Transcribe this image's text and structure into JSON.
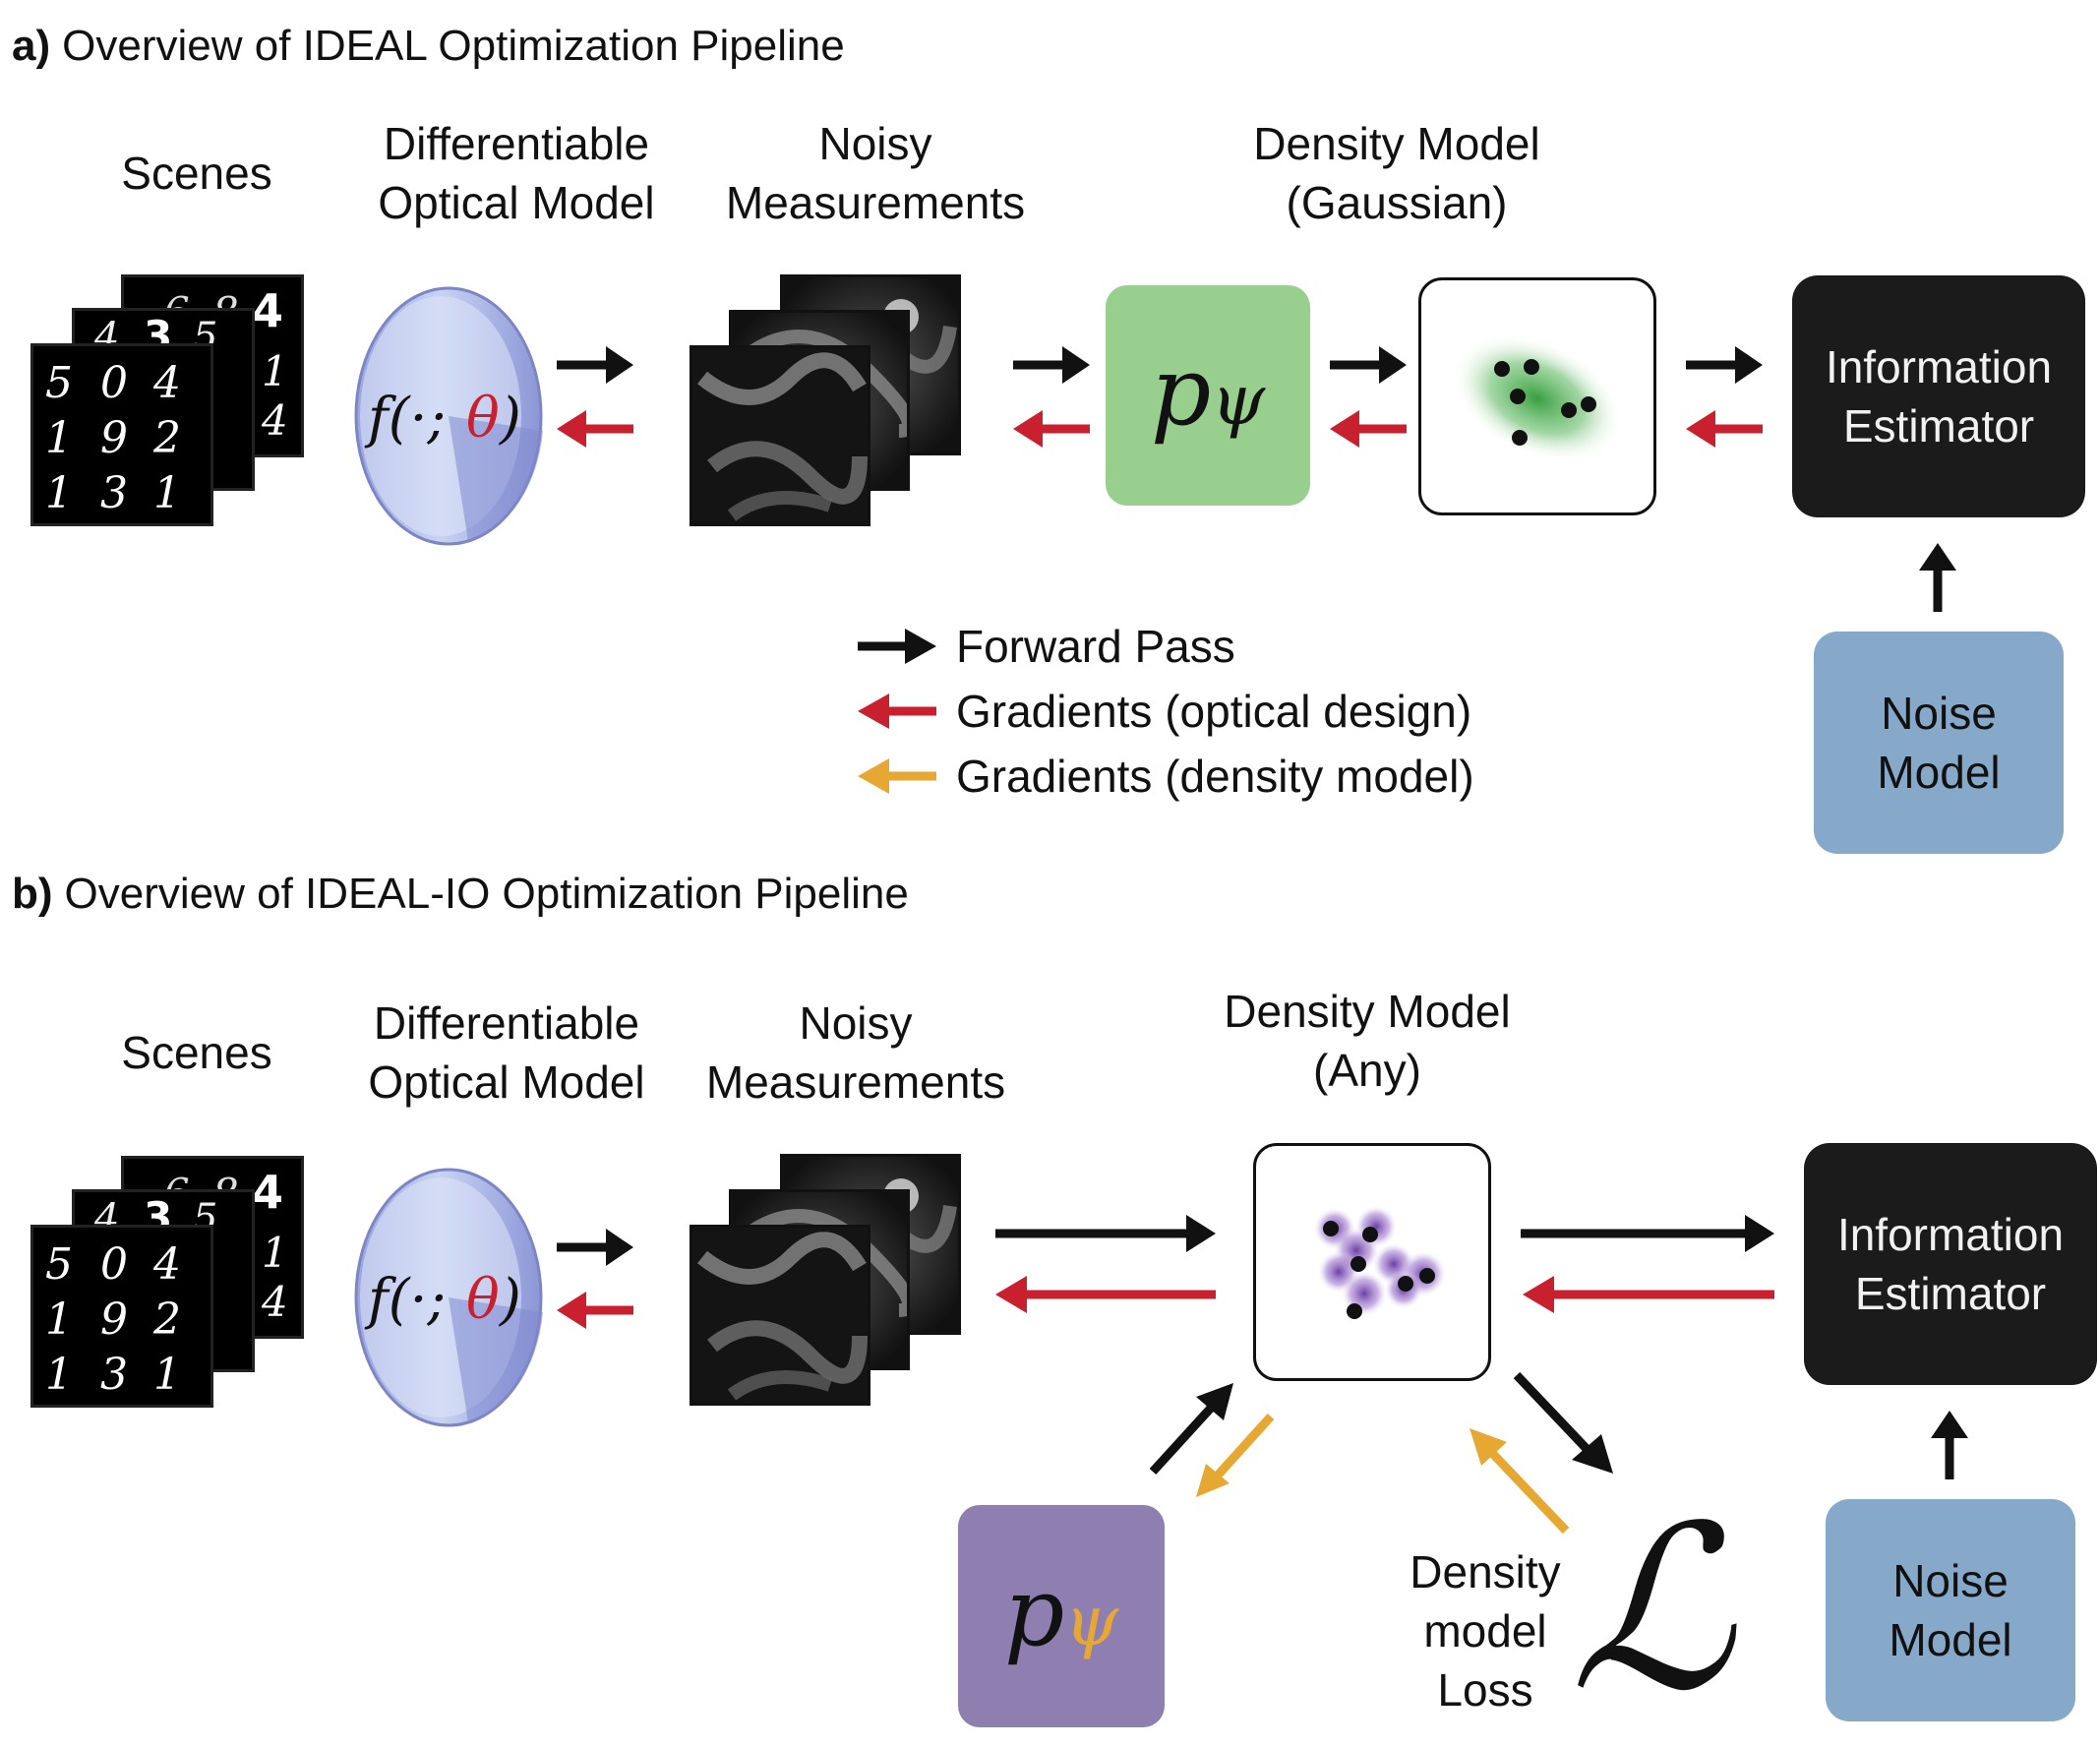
{
  "panel_a": {
    "letter": "a)",
    "title": "Overview of IDEAL Optimization Pipeline",
    "scenes_label": "Scenes",
    "optical_label": [
      "Differentiable",
      "Optical Model"
    ],
    "optical_formula": {
      "prefix": "f(·;",
      "theta": "θ",
      "suffix": ")"
    },
    "measurements_label": [
      "Noisy",
      "Measurements"
    ],
    "density_label": [
      "Density Model",
      "(Gaussian)"
    ],
    "density_symbol": {
      "p": "p",
      "psi": "ψ"
    },
    "info_label": [
      "Information",
      "Estimator"
    ],
    "noise_label": [
      "Noise",
      "Model"
    ]
  },
  "legend": [
    {
      "label": "Forward Pass",
      "color": "#111111"
    },
    {
      "label": "Gradients (optical design)",
      "color": "#c8202e"
    },
    {
      "label": "Gradients (density model)",
      "color": "#e7a833"
    }
  ],
  "panel_b": {
    "letter": "b)",
    "title": "Overview of IDEAL-IO Optimization Pipeline",
    "scenes_label": "Scenes",
    "optical_label": [
      "Differentiable",
      "Optical Model"
    ],
    "optical_formula": {
      "prefix": "f(·;",
      "theta": "θ",
      "suffix": ")"
    },
    "measurements_label": [
      "Noisy",
      "Measurements"
    ],
    "density_label": [
      "Density Model",
      "(Any)"
    ],
    "density_symbol": {
      "p": "p",
      "psi": "ψ"
    },
    "loss_label": [
      "Density",
      "model",
      "Loss"
    ],
    "loss_symbol": "ℒ",
    "info_label": [
      "Information",
      "Estimator"
    ],
    "noise_label": [
      "Noise",
      "Model"
    ]
  },
  "digits": {
    "front": [
      "5",
      "0",
      "4",
      "1",
      "9",
      "2",
      "1",
      "3",
      "1"
    ],
    "middle_top": [
      "4",
      "3",
      "5"
    ],
    "back_top": [
      "6",
      "8",
      "4"
    ],
    "right_col": [
      "1",
      "4"
    ]
  },
  "colors": {
    "forward": "#111111",
    "grad_optical": "#c8202e",
    "grad_density": "#e7a833",
    "info_bg": "#1b1b1b",
    "noise_bg": "#86a8c9",
    "green_bg": "#98cf8f",
    "purple_bg": "#8f7fb0",
    "theta": "#c8202e",
    "psi_b": "#e7a833"
  },
  "icons": [
    "lens-icon",
    "digit-stack-icon",
    "measurement-stack-icon",
    "gaussian-density-icon",
    "flow-density-icon"
  ]
}
